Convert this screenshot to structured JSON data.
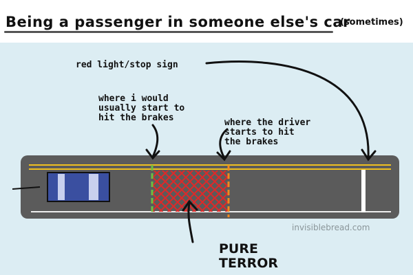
{
  "title": "Being a passenger in someone else's car",
  "subtitle": "(sometimes)",
  "labels": {
    "stop": "red light/stop sign",
    "would_brake": "where i would\nusually start to\nhit the brakes",
    "driver_brake": "where the driver\nstarts to hit\nthe brakes",
    "terror_line1": "PURE",
    "terror_line2": "TERROR"
  },
  "credit": "invisiblebread.com",
  "colors": {
    "background": "#dcedf3",
    "road": "#5b5b5b",
    "center_line": "#f0c020",
    "terror_hatch": "#e02828",
    "driver_line": "#f08a1c",
    "my_line": "#6cc040",
    "car": "#3a4fa0"
  }
}
